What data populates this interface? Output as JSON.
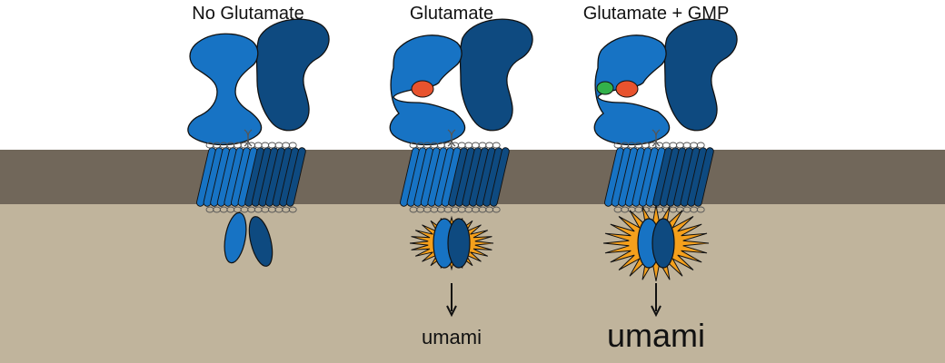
{
  "panels": [
    {
      "title": "No Glutamate",
      "ligands": [],
      "active": false,
      "signal": "",
      "signal_size": ""
    },
    {
      "title": "Glutamate",
      "ligands": [
        "glutamate"
      ],
      "active": true,
      "signal": "umami",
      "signal_size": "small"
    },
    {
      "title": "Glutamate + GMP",
      "ligands": [
        "gmp",
        "glutamate"
      ],
      "active": true,
      "signal": "umami",
      "signal_size": "large"
    }
  ],
  "colors": {
    "subunit_light": "#1773c4",
    "subunit_dark": "#0e4a80",
    "membrane": "#71675a",
    "cytoplasm": "#c0b49c",
    "glutamate": "#e8532e",
    "gmp": "#33b04a",
    "activation_burst": "#f5a01c",
    "outline": "#111111"
  }
}
